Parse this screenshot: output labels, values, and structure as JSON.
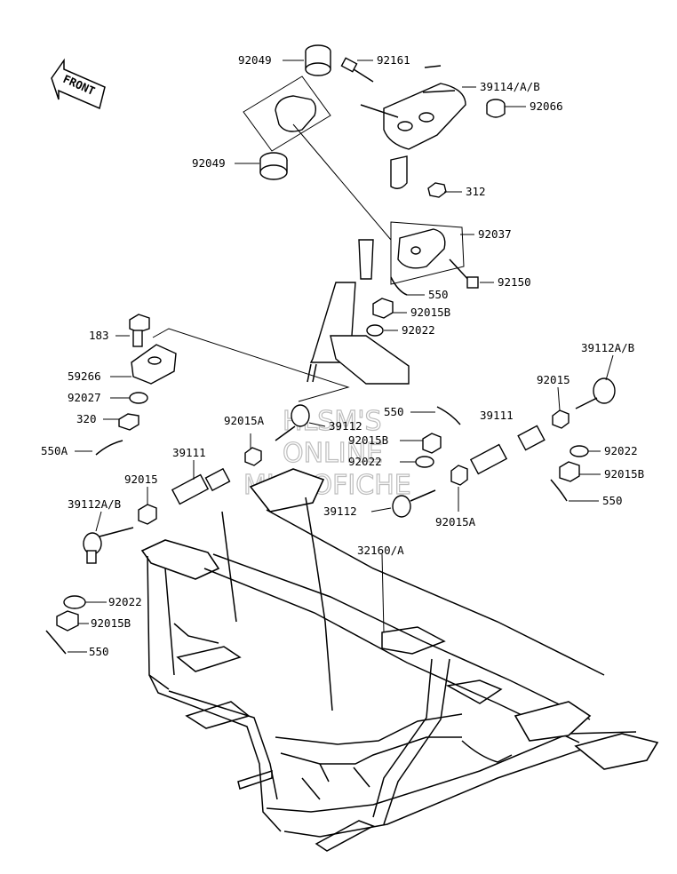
{
  "front_arrow": "FRONT",
  "watermark": [
    "HLSM'S",
    "ONLINE",
    "MICROFICHE"
  ],
  "callouts": [
    "92049",
    "92161",
    "39114/A/B",
    "92066",
    "92049",
    "312",
    "92037",
    "92150",
    "550",
    "92015B",
    "92022",
    "183",
    "59266",
    "92027",
    "320",
    "550A",
    "39112",
    "550",
    "39111",
    "92015B",
    "92022",
    "92015A",
    "39111",
    "92015",
    "39112A/B",
    "39112",
    "92015A",
    "39112A/B",
    "92015",
    "92022",
    "92015B",
    "550",
    "32160/A",
    "92022",
    "92015B",
    "550"
  ]
}
